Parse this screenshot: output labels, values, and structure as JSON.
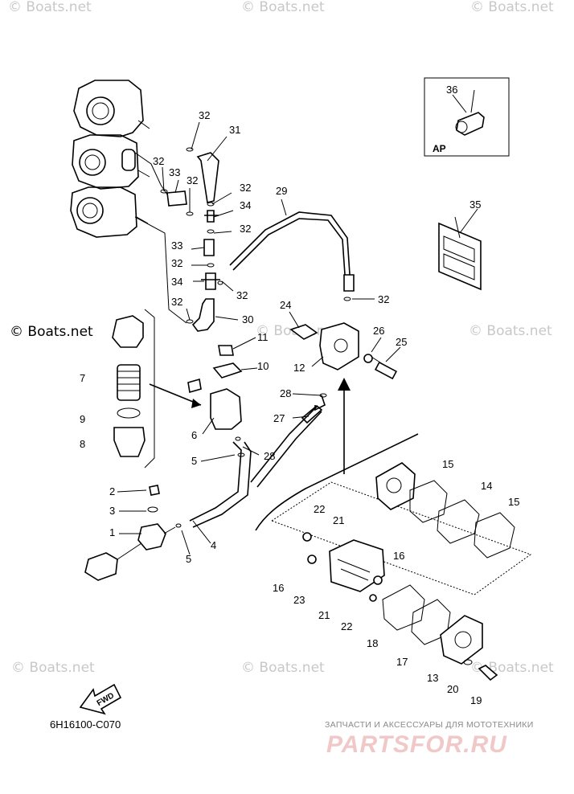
{
  "diagram": {
    "part_code": "6H16100-C070",
    "variant_label": "AP",
    "direction_label": "FWD",
    "callouts": [
      "1",
      "2",
      "3",
      "4",
      "5",
      "5",
      "6",
      "7",
      "8",
      "9",
      "10",
      "11",
      "12",
      "13",
      "14",
      "15",
      "15",
      "16",
      "16",
      "17",
      "18",
      "19",
      "20",
      "21",
      "21",
      "22",
      "22",
      "23",
      "24",
      "25",
      "26",
      "27",
      "28",
      "28",
      "29",
      "30",
      "31",
      "32",
      "33",
      "33",
      "34",
      "34",
      "35",
      "36"
    ]
  },
  "watermarks": {
    "main": "© Boats.net"
  },
  "branding": {
    "tagline": "ЗАПЧАСТИ И АКСЕССУАРЫ ДЛЯ МОТОТЕХНИКИ",
    "logo": "PARTSFOR.RU"
  }
}
